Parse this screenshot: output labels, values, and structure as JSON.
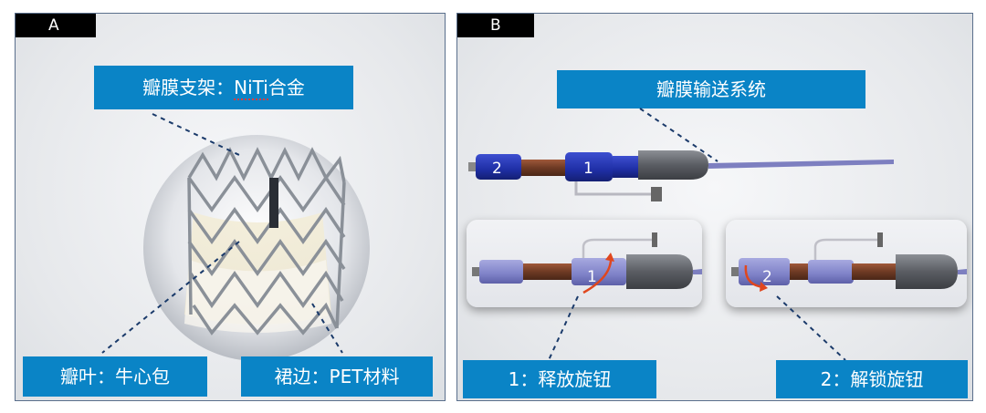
{
  "panel_a": {
    "tag": "A",
    "frame_label": "瓣膜支架：",
    "frame_label_underlined": "NiTi",
    "frame_label_tail": "合金",
    "leaflet_label": "瓣叶：牛心包",
    "skirt_label": "裙边：PET材料"
  },
  "panel_b": {
    "tag": "B",
    "system_label": "瓣膜输送系统",
    "knob1_number": "1",
    "knob2_number": "2",
    "release_label": "1：释放旋钮",
    "unlock_label": "2：解锁旋钮"
  },
  "colors": {
    "label_bg": "#0a84c6",
    "tag_bg": "#000000",
    "handle_blue": "#1f2fa6",
    "arrow_red": "#e0471e"
  }
}
